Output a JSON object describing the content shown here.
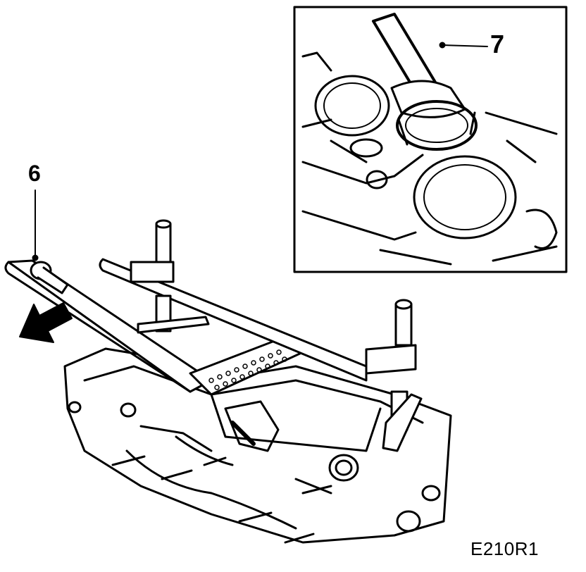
{
  "callouts": {
    "six": "6",
    "seven": "7"
  },
  "figure_id": "E210R1",
  "colors": {
    "ink": "#000000",
    "paper": "#ffffff"
  }
}
